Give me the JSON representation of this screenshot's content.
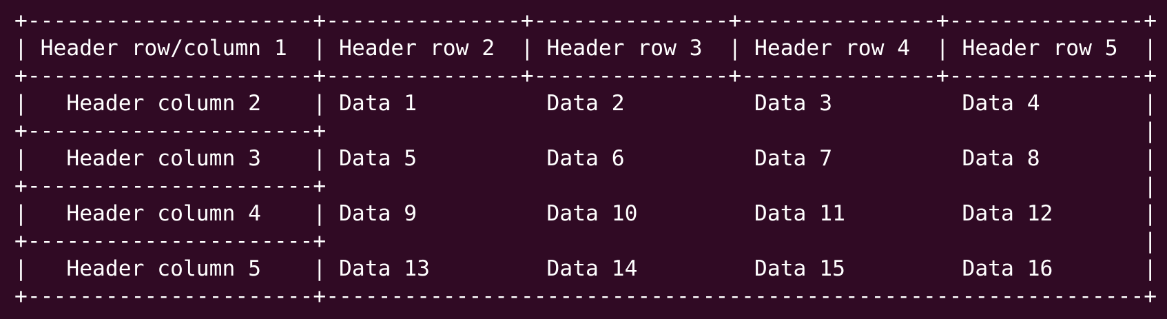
{
  "terminal": {
    "background_color": "#300a24",
    "foreground_color": "#ffffff",
    "lines": [
      "+----------------------+---------------+---------------+---------------+---------------+",
      "| Header row/column 1  | Header row 2  | Header row 3  | Header row 4  | Header row 5  |",
      "+----------------------+---------------+---------------+---------------+---------------+",
      "|   Header column 2    | Data 1          Data 2          Data 3          Data 4        |",
      "+----------------------+                                                               |",
      "|   Header column 3    | Data 5          Data 6          Data 7          Data 8        |",
      "+----------------------+                                                               |",
      "|   Header column 4    | Data 9          Data 10         Data 11         Data 12       |",
      "+----------------------+                                                               |",
      "|   Header column 5    | Data 13         Data 14         Data 15         Data 16       |",
      "+----------------------+---------------------------------------------------------------+"
    ]
  },
  "table": {
    "corner_header": "Header row/column 1",
    "column_headers": [
      "Header row 2",
      "Header row 3",
      "Header row 4",
      "Header row 5"
    ],
    "row_headers": [
      "Header column 2",
      "Header column 3",
      "Header column 4",
      "Header column 5"
    ],
    "rows": [
      [
        "Data 1",
        "Data 2",
        "Data 3",
        "Data 4"
      ],
      [
        "Data 5",
        "Data 6",
        "Data 7",
        "Data 8"
      ],
      [
        "Data 9",
        "Data 10",
        "Data 11",
        "Data 12"
      ],
      [
        "Data 13",
        "Data 14",
        "Data 15",
        "Data 16"
      ]
    ]
  }
}
